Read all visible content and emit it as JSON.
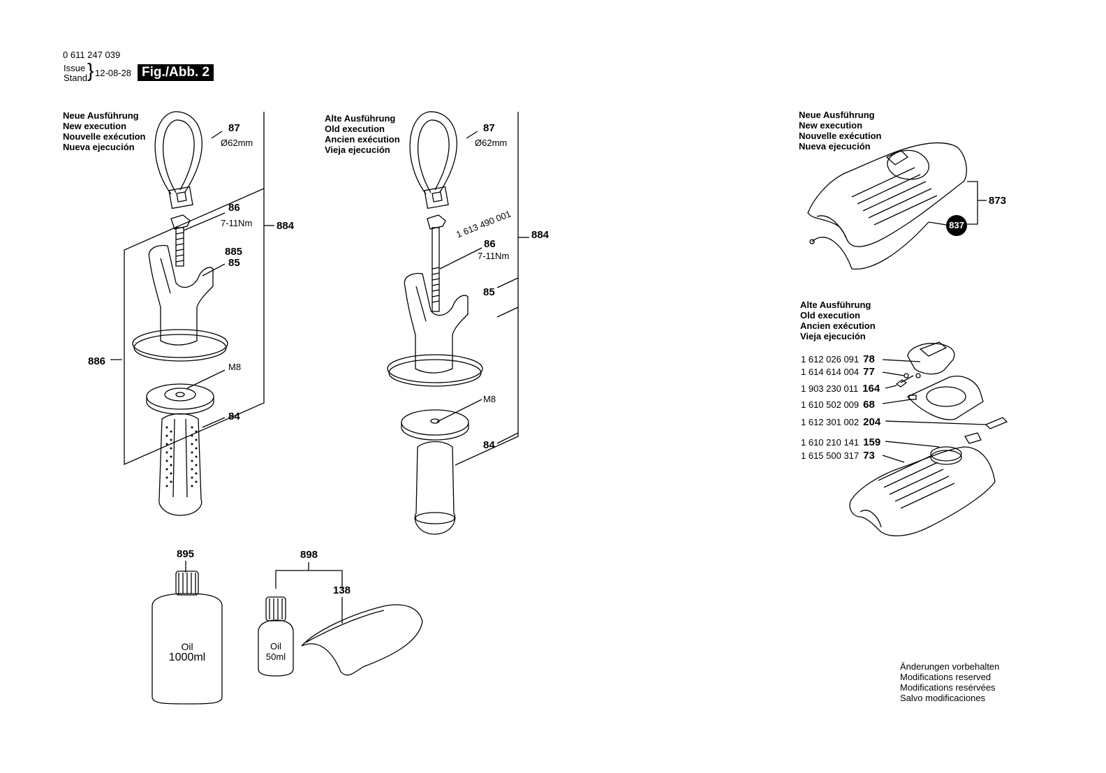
{
  "header": {
    "part_number": "0 611 247 039",
    "issue_label": "Issue",
    "stand_label": "Stand",
    "date": "12-08-28",
    "figure_badge": "Fig./Abb. 2"
  },
  "new_execution": [
    "Neue Ausführung",
    "New execution",
    "Nouvelle exécution",
    "Nueva ejecución"
  ],
  "old_execution": [
    "Alte Ausführung",
    "Old execution",
    "Ancien exécution",
    "Vieja ejecución"
  ],
  "handle_new": {
    "p87": "87",
    "p87_dim": "Ø62mm",
    "p86": "86",
    "p86_torque": "7-11Nm",
    "p884": "884",
    "p885": "885",
    "p85": "85",
    "p886": "886",
    "m8": "M8",
    "p84": "84"
  },
  "handle_old": {
    "p87": "87",
    "p87_dim": "Ø62mm",
    "part_no": "1 613 490 001",
    "p86": "86",
    "p86_torque": "7-11Nm",
    "p884": "884",
    "p85": "85",
    "m8": "M8",
    "p84": "84"
  },
  "oil": {
    "p895": "895",
    "big_bottle_line1": "Oil",
    "big_bottle_line2": "1000ml",
    "p898": "898",
    "p138": "138",
    "small_bottle_line1": "Oil",
    "small_bottle_line2": "50ml"
  },
  "cover_new": {
    "p873": "873",
    "p837": "837"
  },
  "cover_old_list": [
    {
      "number": "1 612 026 091",
      "ref": "78"
    },
    {
      "number": "1 614 614 004",
      "ref": "77"
    },
    {
      "number": "1 903 230 011",
      "ref": "164"
    },
    {
      "number": "1 610 502 009",
      "ref": "68"
    },
    {
      "number": "1 612 301 002",
      "ref": "204"
    },
    {
      "number": "1 610 210 141",
      "ref": "159"
    },
    {
      "number": "1 615 500 317",
      "ref": "73"
    }
  ],
  "notice": [
    "Änderungen vorbehalten",
    "Modifications reserved",
    "Modifications resérvées",
    "Salvo modificaciones"
  ]
}
